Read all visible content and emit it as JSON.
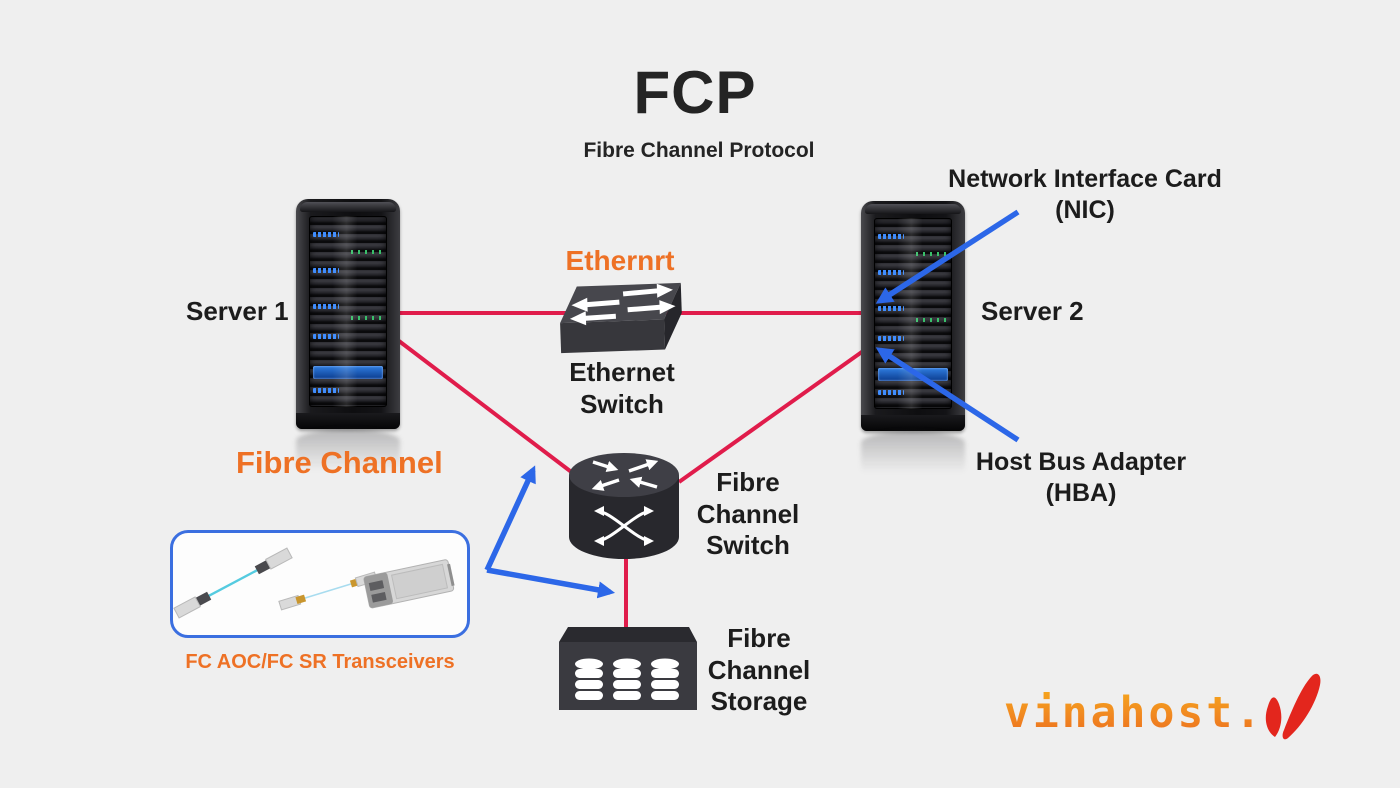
{
  "title": "FCP",
  "subtitle": "Fibre Channel Protocol",
  "colors": {
    "background": "#efefef",
    "fc_line_red": "#e01c4b",
    "arrow_blue": "#2c67e8",
    "accent_orange": "#ee7125",
    "device_dark": "#3a3a3f",
    "logo_orange": "#f08421",
    "logo_mark_red": "#e3261d"
  },
  "nodes": {
    "server1": {
      "label": "Server 1"
    },
    "server2": {
      "label": "Server 2"
    },
    "ethernet_switch": {
      "tag": "Ethernrt",
      "label": "Ethernet\nSwitch"
    },
    "fibre_channel_switch": {
      "label": "Fibre\nChannel\nSwitch"
    },
    "fibre_channel_storage": {
      "label": "Fibre\nChannel\nStorage"
    }
  },
  "annotations": {
    "fibre_channel_label": "Fibre Channel",
    "nic_label": "Network Interface Card\n(NIC)",
    "hba_label": "Host Bus Adapter\n(HBA)",
    "transceivers_caption": "FC AOC/FC SR Transceivers"
  },
  "logo": {
    "text": "vinahost."
  }
}
